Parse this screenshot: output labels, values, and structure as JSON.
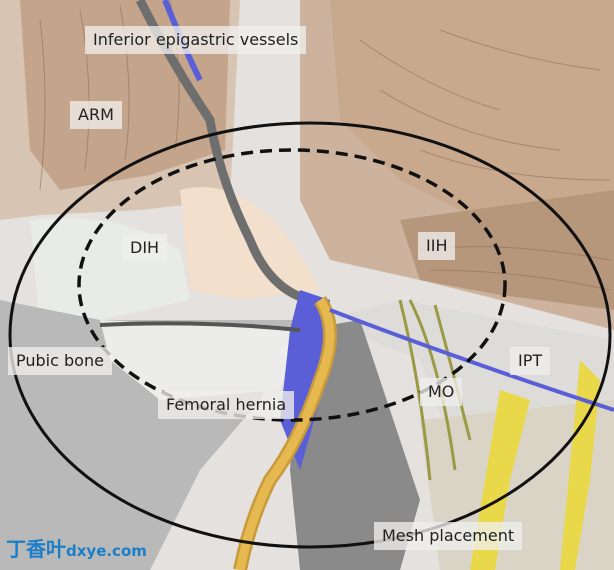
{
  "labels": {
    "inferior_epigastric": "Inferior epigastric vessels",
    "arm": "ARM",
    "dih": "DIH",
    "iih": "IIH",
    "pubic_bone": "Pubic bone",
    "ipt": "IPT",
    "mo": "MO",
    "femoral_hernia": "Femoral hernia",
    "mesh_placement": "Mesh placement"
  },
  "watermark": {
    "cn": "丁香叶",
    "site": "dxye.com"
  },
  "colors": {
    "muscle": "#c9ab92",
    "vein": "#5a5fd8",
    "nerve": "#e0b850",
    "vessel": "#7d7d7d",
    "yellow": "#e9d84a"
  }
}
